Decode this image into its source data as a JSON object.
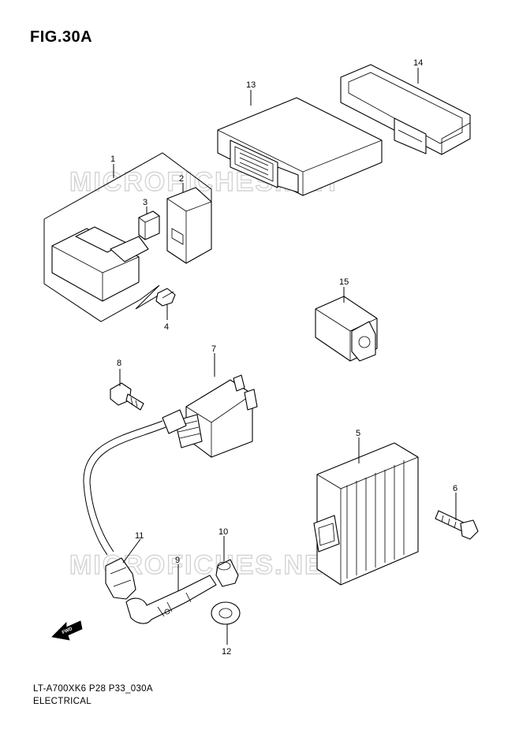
{
  "figure": {
    "title": "FIG.30A",
    "model_code": "LT-A700XK6 P28 P33_030A",
    "section": "ELECTRICAL",
    "watermark": "MICROFICHES.NET",
    "fwd_label": "FWD"
  },
  "callouts": [
    {
      "id": "1",
      "label": "1"
    },
    {
      "id": "2",
      "label": "2"
    },
    {
      "id": "3",
      "label": "3"
    },
    {
      "id": "4",
      "label": "4"
    },
    {
      "id": "5",
      "label": "5"
    },
    {
      "id": "6",
      "label": "6"
    },
    {
      "id": "7",
      "label": "7"
    },
    {
      "id": "8",
      "label": "8"
    },
    {
      "id": "9",
      "label": "9"
    },
    {
      "id": "10",
      "label": "10"
    },
    {
      "id": "11",
      "label": "11"
    },
    {
      "id": "12",
      "label": "12"
    },
    {
      "id": "13",
      "label": "13"
    },
    {
      "id": "14",
      "label": "14"
    },
    {
      "id": "15",
      "label": "15"
    }
  ]
}
